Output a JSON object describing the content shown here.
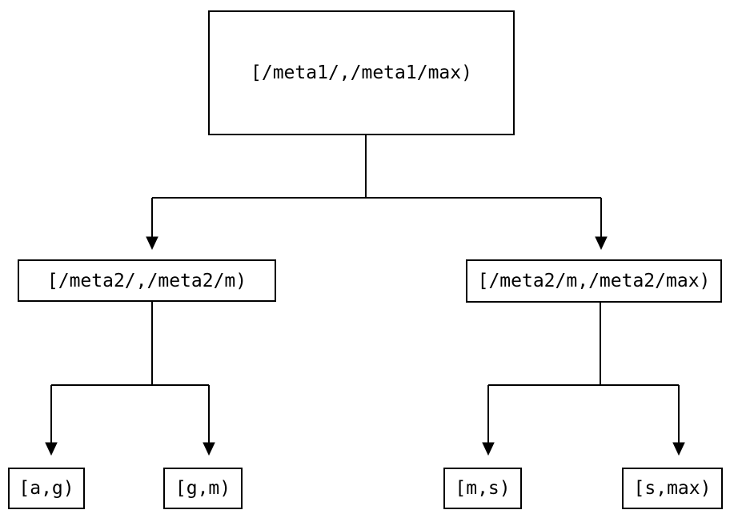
{
  "diagram": {
    "type": "binary-interval-tree",
    "colors": {
      "stroke": "#000000",
      "text": "#000000",
      "background": "#ffffff"
    },
    "root": {
      "label": "[/meta1/,/meta1/max)",
      "children": [
        {
          "label": "[/meta2/,/meta2/m)",
          "children": [
            {
              "label": "[a,g)"
            },
            {
              "label": "[g,m)"
            }
          ]
        },
        {
          "label": "[/meta2/m,/meta2/max)",
          "children": [
            {
              "label": "[m,s)"
            },
            {
              "label": "[s,max)"
            }
          ]
        }
      ]
    }
  }
}
